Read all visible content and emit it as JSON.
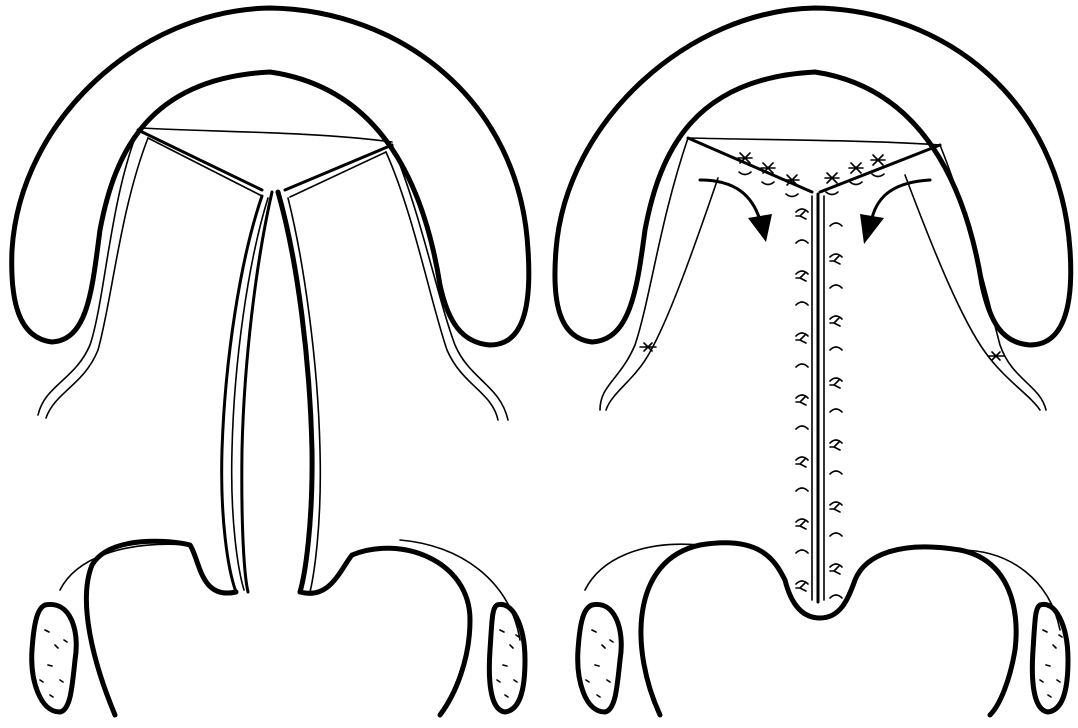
{
  "figure": {
    "panels": [
      {
        "id": "before",
        "description_visible_text": ""
      },
      {
        "id": "after",
        "description_visible_text": ""
      }
    ],
    "colors": {
      "ink": "#000000",
      "background": "#ffffff"
    },
    "icons": [
      "arch-shape",
      "suture-stitch",
      "curved-arrow",
      "speckled-bone"
    ]
  }
}
